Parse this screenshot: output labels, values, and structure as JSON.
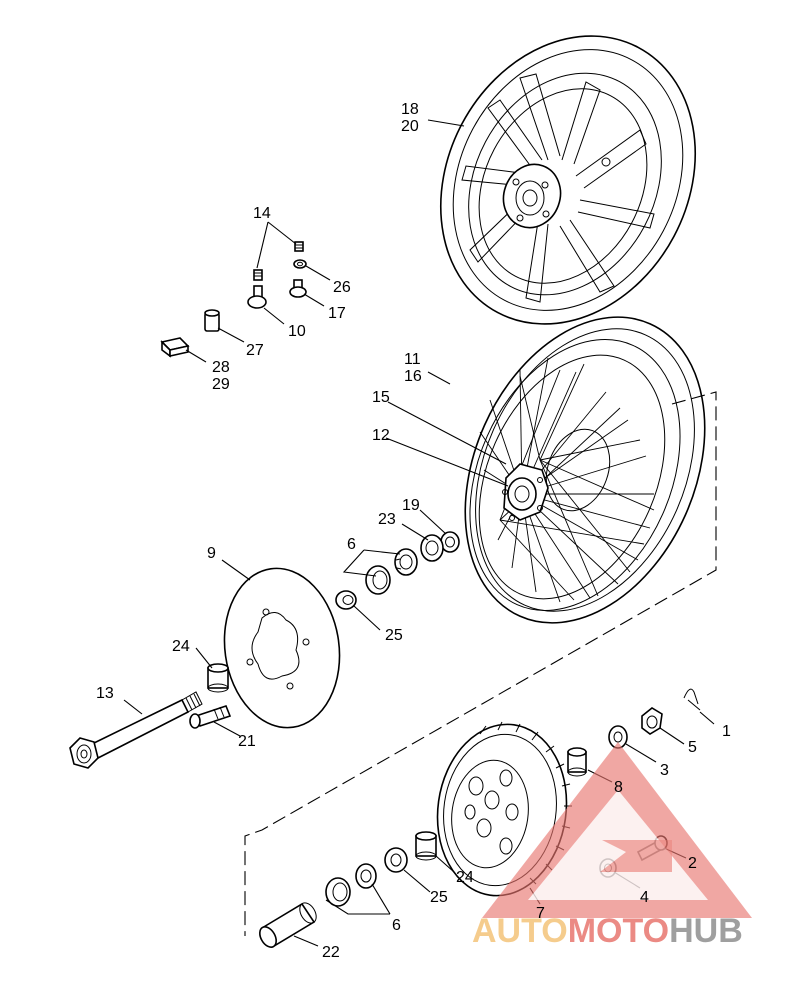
{
  "callouts": {
    "c1": "1",
    "c2": "2",
    "c3": "3",
    "c4": "4",
    "c5": "5",
    "c6a": "6",
    "c6b": "6",
    "c7": "7",
    "c8": "8",
    "c9": "9",
    "c10": "10",
    "c11": "11",
    "c12": "12",
    "c13": "13",
    "c14": "14",
    "c15": "15",
    "c16": "16",
    "c17": "17",
    "c18": "18",
    "c19": "19",
    "c20": "20",
    "c21": "21",
    "c22": "22",
    "c23": "23",
    "c24a": "24",
    "c24b": "24",
    "c25a": "25",
    "c25b": "25",
    "c26": "26",
    "c27": "27",
    "c28": "28",
    "c29": "29"
  },
  "watermark": {
    "part1": "AUTO",
    "part2": "MOTO",
    "part3": "HUB",
    "color_light": "#f4c47a",
    "color_red": "#e8766f",
    "color_grey": "#8f8f8f"
  }
}
